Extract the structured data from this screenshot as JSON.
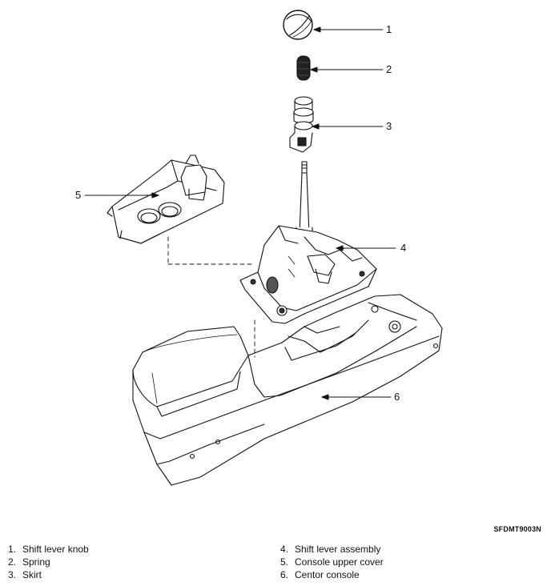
{
  "callouts": [
    "1",
    "2",
    "3",
    "4",
    "5",
    "6"
  ],
  "figure_code": "SFDMT9003N",
  "legend": {
    "left": [
      {
        "num": "1.",
        "label": "Shift lever knob"
      },
      {
        "num": "2.",
        "label": "Spring"
      },
      {
        "num": "3.",
        "label": "Skirt"
      }
    ],
    "right": [
      {
        "num": "4.",
        "label": "Shift lever assembly"
      },
      {
        "num": "5.",
        "label": "Console upper cover"
      },
      {
        "num": "6.",
        "label": "Centor console"
      }
    ]
  }
}
